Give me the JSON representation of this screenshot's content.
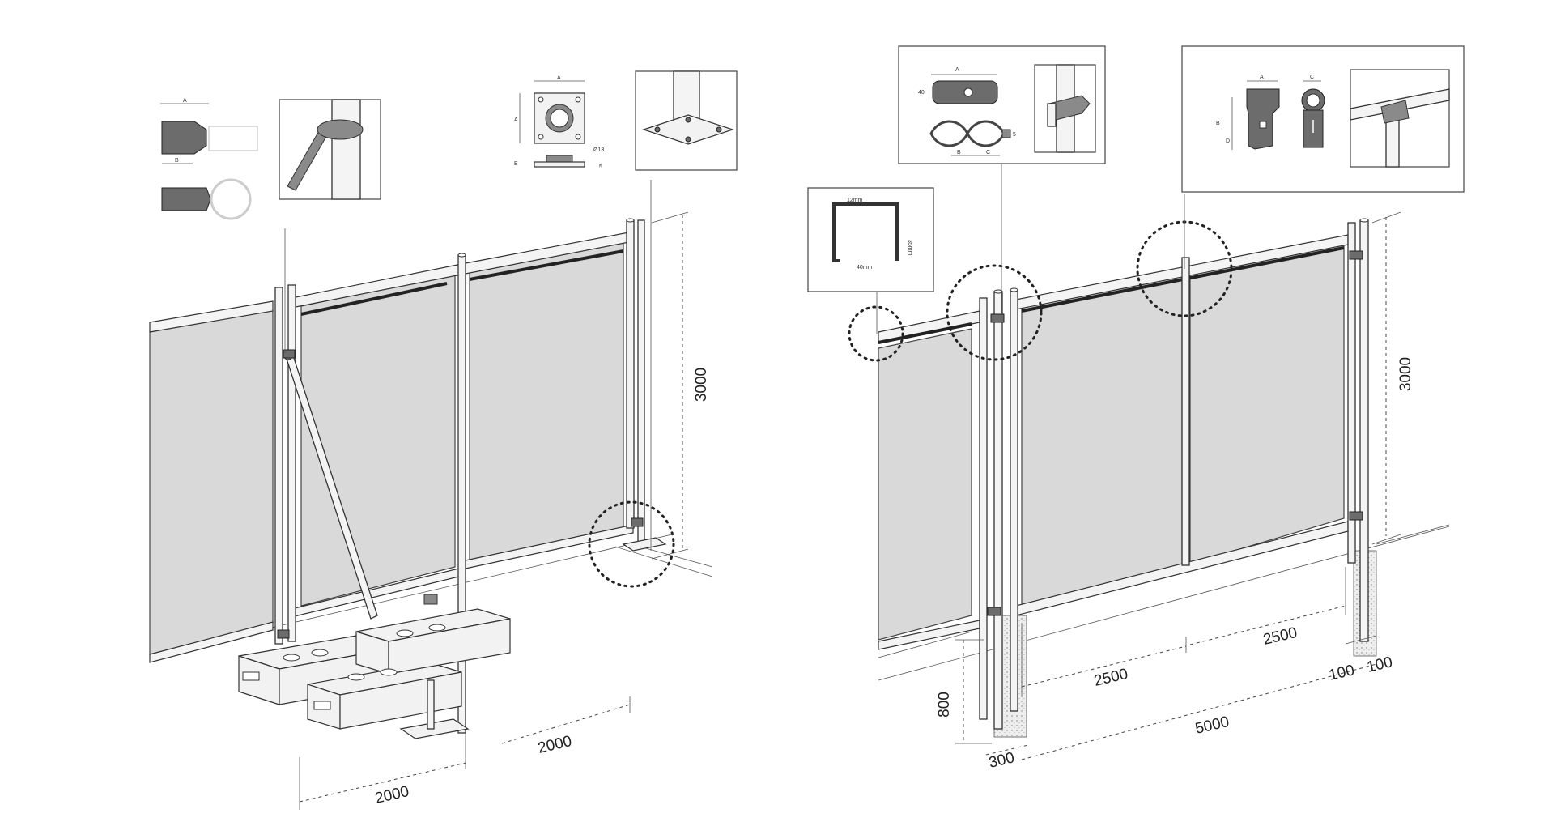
{
  "left_drawing": {
    "dimensions": {
      "height": "3000",
      "panel_width_front": "2000",
      "panel_width_back": "2000"
    },
    "details": {
      "coupler": {
        "label_a": "A",
        "label_b": "B"
      },
      "base_plate": {
        "label_a": "A",
        "label_b": "B",
        "hole": "Ø13",
        "thickness": "5"
      }
    }
  },
  "right_drawing": {
    "dimensions": {
      "height": "3000",
      "embed_depth": "800",
      "footing_width": "300",
      "bay_1": "2500",
      "bay_2": "2500",
      "total": "5000",
      "offset_a": "100",
      "offset_b": "100"
    },
    "details": {
      "profile": {
        "lip": "12mm",
        "depth": "35mm",
        "width": "40mm"
      },
      "clamp": {
        "label_a": "A",
        "label_b": "B",
        "label_c": "C",
        "height": "40",
        "gap": "5"
      },
      "tee": {
        "label_a": "A",
        "label_b": "B",
        "label_c": "C",
        "label_d": "D"
      }
    }
  },
  "icons": [
    "coupler-clamp-icon",
    "base-plate-icon",
    "post-clamp-icon",
    "tee-connector-icon",
    "channel-profile-icon"
  ]
}
